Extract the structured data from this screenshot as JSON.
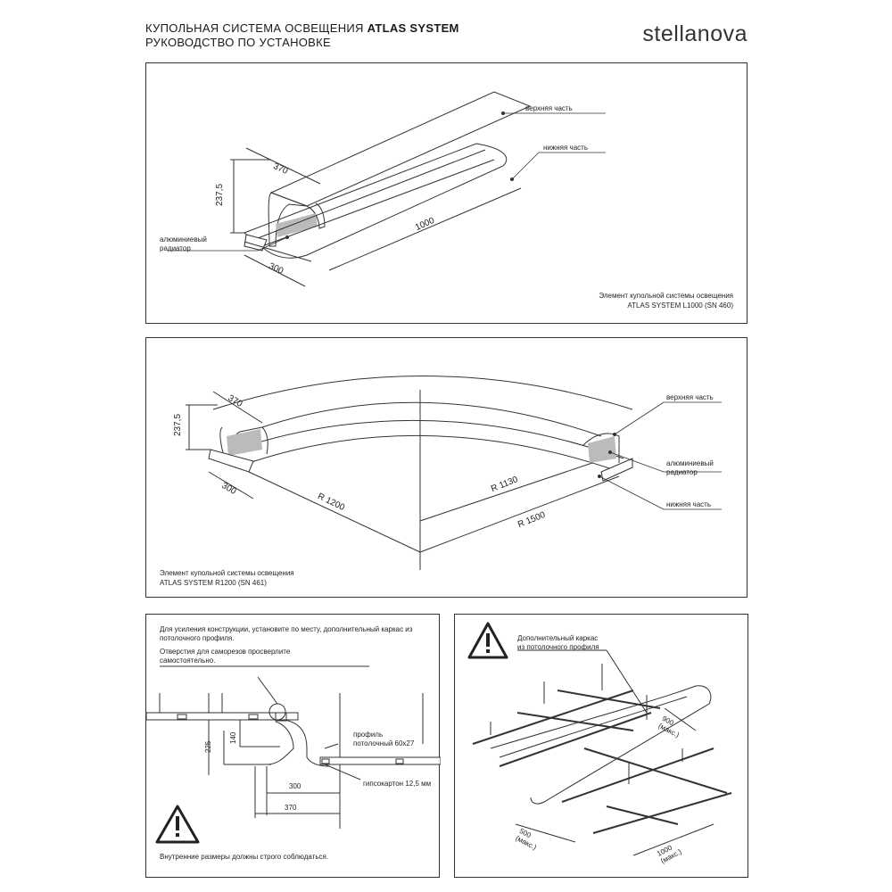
{
  "header": {
    "title_regular": "КУПОЛЬНАЯ СИСТЕМА ОСВЕЩЕНИЯ ",
    "title_bold": "ATLAS SYSTEM",
    "subtitle": "РУКОВОДСТВО ПО УСТАНОВКЕ",
    "brand": "stellanova"
  },
  "panel1": {
    "label_top": "верхняя часть",
    "label_bottom": "нижняя часть",
    "label_radiator_1": "алюминиевый",
    "label_radiator_2": "радиатор",
    "dim_width": "370",
    "dim_height": "237,5",
    "dim_base": "300",
    "dim_length": "1000",
    "caption_1": "Элемент купольной системы освещения",
    "caption_2": "ATLAS SYSTEM L1000 (SN 460)"
  },
  "panel2": {
    "label_top": "верхняя часть",
    "label_radiator_1": "алюминиевый",
    "label_radiator_2": "радиатор",
    "label_bottom": "нижняя часть",
    "dim_width": "370",
    "dim_height": "237,5",
    "dim_base": "300",
    "dim_r1200": "R 1200",
    "dim_r1130": "R 1130",
    "dim_r1500": "R 1500",
    "caption_1": "Элемент купольной системы освещения",
    "caption_2": "ATLAS SYSTEM R1200 (SN 461)"
  },
  "panel3": {
    "note_1": "Для усиления конструкции, установите по месту, дополнительный каркас из потолочного профиля.",
    "note_2": "Отверстия для саморезов просверлите самостоятельно.",
    "label_profile_1": "профиль",
    "label_profile_2": "потолочный 60х27",
    "label_drywall": "гипсокартон 12,5 мм",
    "dim_225": "225",
    "dim_140": "140",
    "dim_300": "300",
    "dim_370": "370",
    "warning": "Внутренние размеры должны строго соблюдаться.",
    "warning_icon": "warning-triangle-icon"
  },
  "panel4": {
    "label_1": "Дополнительный каркас",
    "label_2": "из потолочного профиля",
    "dim_900": "900",
    "dim_900_sub": "(макс.)",
    "dim_500": "500",
    "dim_500_sub": "(макс.)",
    "dim_1000": "1000",
    "dim_1000_sub": "(макс.)",
    "warning_icon": "warning-triangle-icon"
  },
  "colors": {
    "line": "#333333",
    "fill_gray": "#bbbbbb",
    "text": "#222222"
  }
}
